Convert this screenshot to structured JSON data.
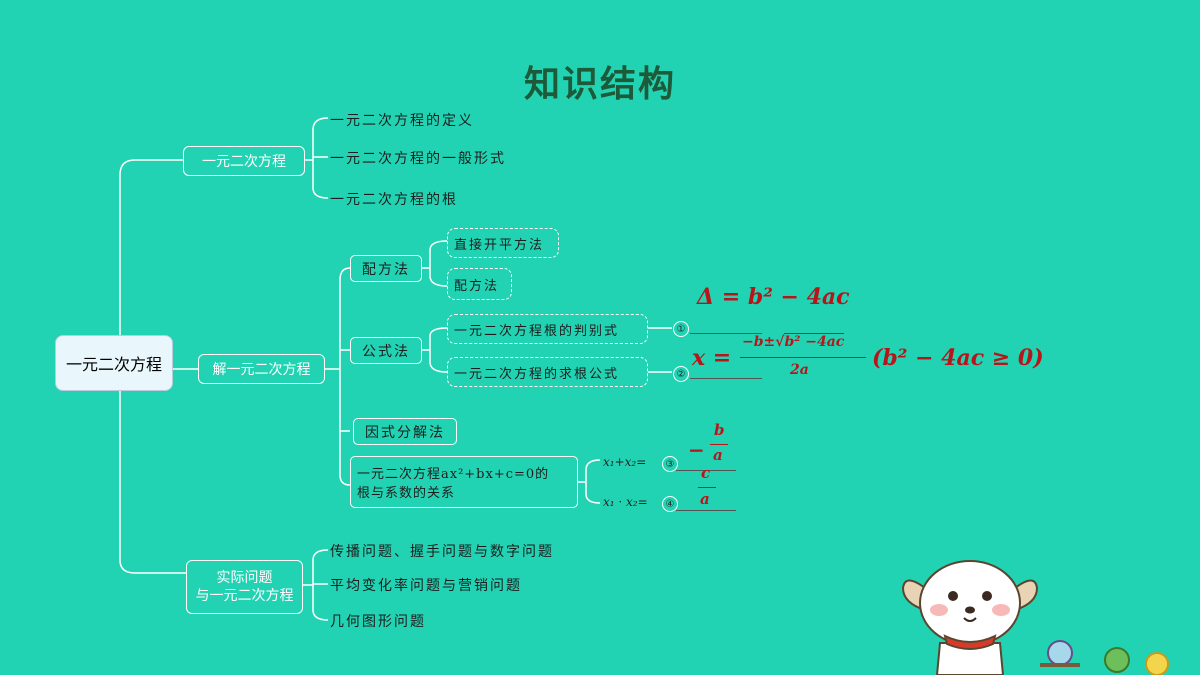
{
  "title": "知识结构",
  "root": "一元二次方程",
  "branch1": {
    "label": "一元二次方程",
    "leaves": [
      "一元二次方程的定义",
      "一元二次方程的一般形式",
      "一元二次方程的根"
    ]
  },
  "branch2": {
    "label": "解一元二次方程",
    "method1": {
      "label": "配方法",
      "subs": [
        "直接开平方法",
        "配方法"
      ]
    },
    "method2": {
      "label": "公式法",
      "subs": [
        "一元二次方程根的判别式",
        "一元二次方程的求根公式"
      ]
    },
    "method3": {
      "label": "因式分解法"
    },
    "method4": {
      "line1": "一元二次方程ax²+bx+c=0的",
      "line2": "根与系数的关系"
    },
    "vieta": {
      "sum_label": "x₁+x₂=",
      "product_label": "x₁ · x₂="
    },
    "markers": [
      "①",
      "②",
      "③",
      "④"
    ]
  },
  "branch3": {
    "line1": "实际问题",
    "line2": "与一元二次方程",
    "leaves": [
      "传播问题、握手问题与数字问题",
      "平均变化率问题与营销问题",
      "几何图形问题"
    ]
  },
  "formulas": {
    "discriminant": "Δ = b² − 4ac",
    "root_x": "x =",
    "root_num_prefix": "−b±√",
    "root_num_radicand": "b² −4ac",
    "root_den": "2a",
    "root_cond": "(b² − 4ac ≥ 0)",
    "sum_minus": "−",
    "sum_num": "b",
    "sum_den": "a",
    "prod_num": "c",
    "prod_den": "a"
  }
}
